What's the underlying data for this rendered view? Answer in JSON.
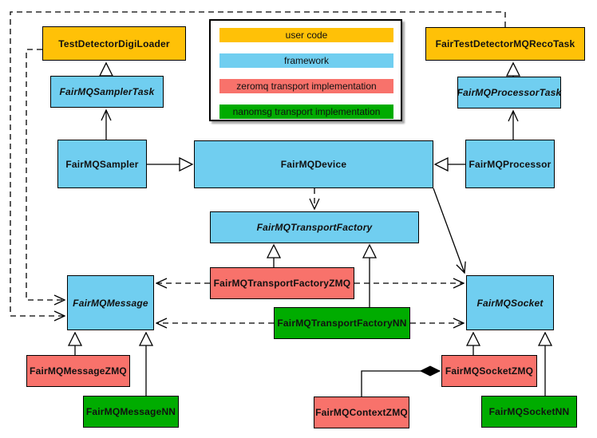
{
  "legend": {
    "items": [
      {
        "label": "user code",
        "color": "#FFC107"
      },
      {
        "label": "framework",
        "color": "#70CEF0"
      },
      {
        "label": "zeromq transport implementation",
        "color": "#F8726B"
      },
      {
        "label": "nanomsg transport implementation",
        "color": "#00AC00"
      }
    ]
  },
  "nodes": {
    "digiloader": {
      "label": "TestDetectorDigiLoader",
      "role": "user code",
      "abstract": false
    },
    "recotask": {
      "label": "FairTestDetectorMQRecoTask",
      "role": "user code",
      "abstract": false
    },
    "samplertask": {
      "label": "FairMQSamplerTask",
      "role": "framework",
      "abstract": true
    },
    "processortask": {
      "label": "FairMQProcessorTask",
      "role": "framework",
      "abstract": true
    },
    "sampler": {
      "label": "FairMQSampler",
      "role": "framework",
      "abstract": false
    },
    "processor": {
      "label": "FairMQProcessor",
      "role": "framework",
      "abstract": false
    },
    "device": {
      "label": "FairMQDevice",
      "role": "framework",
      "abstract": false
    },
    "transportfactory": {
      "label": "FairMQTransportFactory",
      "role": "framework",
      "abstract": true
    },
    "factoryzmq": {
      "label": "FairMQTransportFactoryZMQ",
      "role": "zeromq transport implementation",
      "abstract": false
    },
    "factorynn": {
      "label": "FairMQTransportFactoryNN",
      "role": "nanomsg transport implementation",
      "abstract": false
    },
    "message": {
      "label": "FairMQMessage",
      "role": "framework",
      "abstract": true
    },
    "socket": {
      "label": "FairMQSocket",
      "role": "framework",
      "abstract": true
    },
    "messagezmq": {
      "label": "FairMQMessageZMQ",
      "role": "zeromq transport implementation",
      "abstract": false
    },
    "messagenn": {
      "label": "FairMQMessageNN",
      "role": "nanomsg transport implementation",
      "abstract": false
    },
    "socketzmq": {
      "label": "FairMQSocketZMQ",
      "role": "zeromq transport implementation",
      "abstract": false
    },
    "contextzmq": {
      "label": "FairMQContextZMQ",
      "role": "zeromq transport implementation",
      "abstract": false
    },
    "socketnn": {
      "label": "FairMQSocketNN",
      "role": "nanomsg transport implementation",
      "abstract": false
    }
  },
  "edges": [
    {
      "from": "FairMQSamplerTask",
      "to": "TestDetectorDigiLoader",
      "type": "generalization"
    },
    {
      "from": "FairMQSampler",
      "to": "FairMQSamplerTask",
      "type": "arrow"
    },
    {
      "from": "FairMQSampler",
      "to": "FairMQDevice",
      "type": "generalization"
    },
    {
      "from": "FairMQProcessor",
      "to": "FairMQDevice",
      "type": "generalization"
    },
    {
      "from": "FairMQProcessor",
      "to": "FairMQProcessorTask",
      "type": "arrow"
    },
    {
      "from": "FairMQProcessorTask",
      "to": "FairTestDetectorMQRecoTask",
      "type": "generalization"
    },
    {
      "from": "FairMQDevice",
      "to": "FairMQTransportFactory",
      "type": "dashed-arrow"
    },
    {
      "from": "FairMQDevice",
      "to": "FairMQSocket",
      "type": "arrow"
    },
    {
      "from": "FairMQTransportFactoryZMQ",
      "to": "FairMQTransportFactory",
      "type": "generalization"
    },
    {
      "from": "FairMQTransportFactoryNN",
      "to": "FairMQTransportFactory",
      "type": "generalization"
    },
    {
      "from": "FairMQTransportFactoryZMQ",
      "to": "FairMQMessage",
      "type": "dashed-arrow"
    },
    {
      "from": "FairMQTransportFactoryZMQ",
      "to": "FairMQSocket",
      "type": "dashed-arrow"
    },
    {
      "from": "FairMQTransportFactoryNN",
      "to": "FairMQMessage",
      "type": "dashed-arrow"
    },
    {
      "from": "FairMQTransportFactoryNN",
      "to": "FairMQSocket",
      "type": "dashed-arrow"
    },
    {
      "from": "TestDetectorDigiLoader",
      "to": "FairMQMessage",
      "type": "dashed-arrow"
    },
    {
      "from": "FairTestDetectorMQRecoTask",
      "to": "FairMQMessage",
      "type": "dashed-arrow"
    },
    {
      "from": "FairMQMessageZMQ",
      "to": "FairMQMessage",
      "type": "generalization"
    },
    {
      "from": "FairMQMessageNN",
      "to": "FairMQMessage",
      "type": "generalization"
    },
    {
      "from": "FairMQSocketZMQ",
      "to": "FairMQSocket",
      "type": "generalization"
    },
    {
      "from": "FairMQSocketNN",
      "to": "FairMQSocket",
      "type": "generalization"
    },
    {
      "from": "FairMQContextZMQ",
      "to": "FairMQSocketZMQ",
      "type": "composition"
    }
  ]
}
